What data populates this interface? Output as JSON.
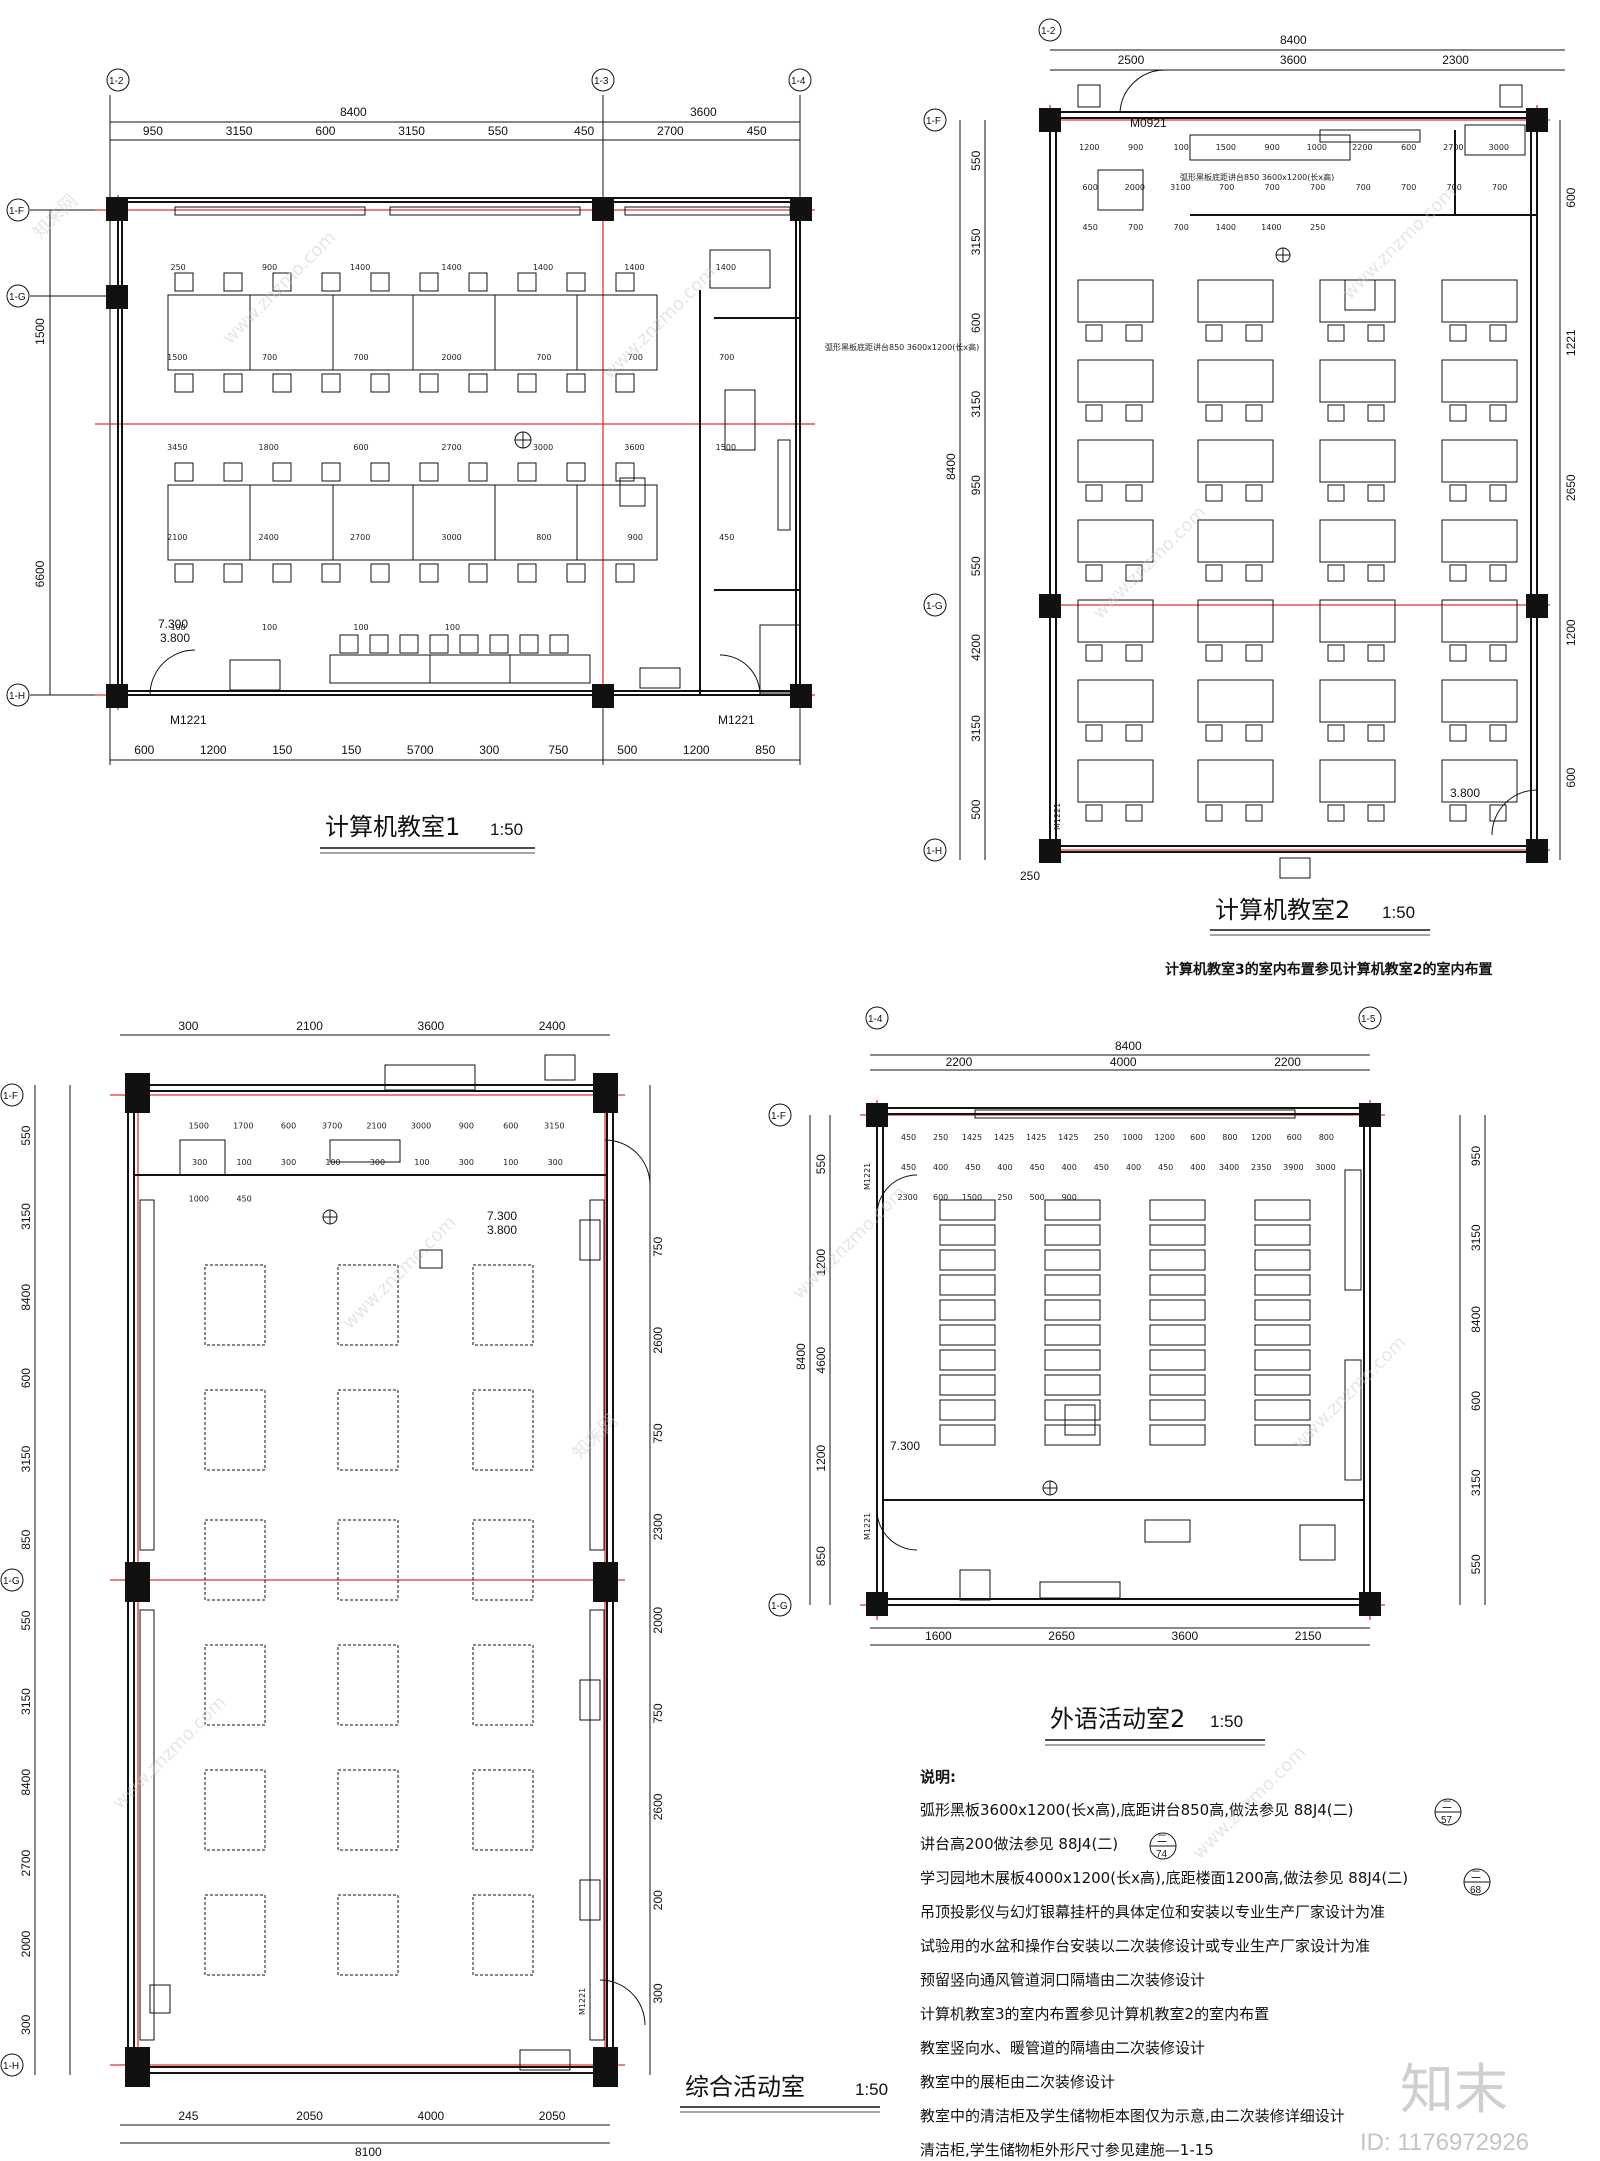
{
  "plans": [
    {
      "title": "计算机教室1",
      "scale": "1:50",
      "axes": [
        "1-2",
        "1-3",
        "1-4",
        "1-F",
        "1-G",
        "1-H"
      ],
      "dims_top_total": [
        "8400",
        "3600"
      ],
      "dims_top": [
        "950",
        "3150",
        "600",
        "3150",
        "550",
        "450",
        "2700",
        "450"
      ],
      "dims_bottom": [
        "600",
        "1200",
        "150",
        "150",
        "5700",
        "300",
        "750",
        "500",
        "1200",
        "850"
      ],
      "dims_left": [
        "1500",
        "6600"
      ],
      "dims_inner": [
        "250",
        "900",
        "1400",
        "1400",
        "1400",
        "1400",
        "1400",
        "1500",
        "700",
        "700",
        "2000",
        "700",
        "700",
        "700",
        "3450",
        "1800",
        "600",
        "2700",
        "3000",
        "3600",
        "1500",
        "2100",
        "2400",
        "2700",
        "3000",
        "800",
        "900",
        "450",
        "100",
        "100",
        "100",
        "100"
      ],
      "doors": [
        "M1221",
        "M1221"
      ],
      "level": [
        "7.300",
        "3.800"
      ],
      "blackboard_note": "弧形黑板底距讲台850 3600x1200(长x高)"
    },
    {
      "title": "计算机教室2",
      "scale": "1:50",
      "axes": [
        "1-2",
        "1-F",
        "1-G",
        "1-H"
      ],
      "dims_top_total": "8400",
      "dims_top": [
        "2500",
        "3600",
        "2300"
      ],
      "dims_left_total": "8400",
      "dims_left": [
        "550",
        "3150",
        "600",
        "3150",
        "950",
        "550",
        "4200",
        "3150",
        "500"
      ],
      "dims_bottom": [
        "250"
      ],
      "dims_right": [
        "600",
        "1221",
        "2650",
        "1200",
        "600"
      ],
      "dims_inner": [
        "1200",
        "900",
        "100",
        "1500",
        "900",
        "1000",
        "2200",
        "600",
        "2700",
        "3000",
        "600",
        "2000",
        "3100",
        "700",
        "700",
        "700",
        "700",
        "700",
        "700",
        "700",
        "450",
        "700",
        "700",
        "1400",
        "1400",
        "250"
      ],
      "doors": [
        "M0921",
        "M1221"
      ],
      "level": "3.800",
      "blackboard_note": "弧形黑板底距讲台850 3600x1200(长x高)",
      "footnote": "计算机教室3的室内布置参见计算机教室2的室内布置"
    },
    {
      "title": "综合活动室",
      "scale": "1:50",
      "axes": [
        "1-F",
        "1-G",
        "1-H"
      ],
      "dims_top": [
        "300",
        "2100",
        "3600",
        "2400"
      ],
      "dims_left": [
        "550",
        "3150",
        "8400",
        "600",
        "3150",
        "850",
        "550",
        "3150",
        "8400",
        "2700",
        "2000",
        "300"
      ],
      "dims_bottom": [
        "245",
        "2050",
        "4000",
        "2050",
        "8100"
      ],
      "dims_right": [
        "750",
        "2600",
        "750",
        "2300",
        "2000",
        "750",
        "2600",
        "200",
        "300"
      ],
      "dims_inner": [
        "1500",
        "1700",
        "600",
        "3700",
        "2100",
        "3000",
        "900",
        "600",
        "3150",
        "300",
        "100",
        "300",
        "100",
        "300",
        "100",
        "300",
        "100",
        "300",
        "1000",
        "450"
      ],
      "doors": [
        "M1221"
      ],
      "level": [
        "7.300",
        "3.800"
      ]
    },
    {
      "title": "外语活动室2",
      "scale": "1:50",
      "axes": [
        "1-4",
        "1-5",
        "1-F",
        "1-G"
      ],
      "dims_top_total": "8400",
      "dims_top": [
        "2200",
        "4000",
        "2200"
      ],
      "dims_left_total": "8400",
      "dims_left": [
        "550",
        "1200",
        "4600",
        "1200",
        "850"
      ],
      "dims_bottom": [
        "1600",
        "2650",
        "3600",
        "2150"
      ],
      "dims_right": [
        "950",
        "3150",
        "8400",
        "600",
        "3150",
        "550"
      ],
      "dims_inner": [
        "450",
        "250",
        "1425",
        "1425",
        "1425",
        "1425",
        "250",
        "1000",
        "1200",
        "600",
        "800",
        "1200",
        "600",
        "800",
        "450",
        "400",
        "450",
        "400",
        "450",
        "400",
        "450",
        "400",
        "450",
        "400",
        "3400",
        "2350",
        "3900",
        "3000",
        "2300",
        "600",
        "1500",
        "250",
        "500",
        "900"
      ],
      "doors": [
        "M1221",
        "M1221"
      ],
      "level": "7.300"
    }
  ],
  "notes": {
    "heading": "说明:",
    "items": [
      "弧形黑板3600x1200(长x高),底距讲台850高,做法参见 88J4(二)",
      "讲台高200做法参见 88J4(二)",
      "学习园地木展板4000x1200(长x高),底距楼面1200高,做法参见 88J4(二)",
      "吊顶投影仪与幻灯银幕挂杆的具体定位和安装以专业生产厂家设计为准",
      "试验用的水盆和操作台安装以二次装修设计或专业生产厂家设计为准",
      "预留竖向通风管道洞口隔墙由二次装修设计",
      "计算机教室3的室内布置参见计算机教室2的室内布置",
      "教室竖向水、暖管道的隔墙由二次装修设计",
      "教室中的展柜由二次装修设计",
      "教室中的清洁柜及学生储物柜本图仅为示意,由二次装修详细设计",
      "清洁柜,学生储物柜外形尺寸参见建施—1-15"
    ],
    "refs": [
      [
        "57",
        "二"
      ],
      [
        "74",
        "二"
      ],
      [
        "68",
        "二"
      ]
    ]
  },
  "watermark": {
    "site": "www.znzmo.com",
    "brand": "知末网",
    "logo": "知末",
    "id": "ID: 1176972926"
  },
  "colors": {
    "grid_line": "#e0342c",
    "ink": "#111111",
    "column": "#111111"
  }
}
